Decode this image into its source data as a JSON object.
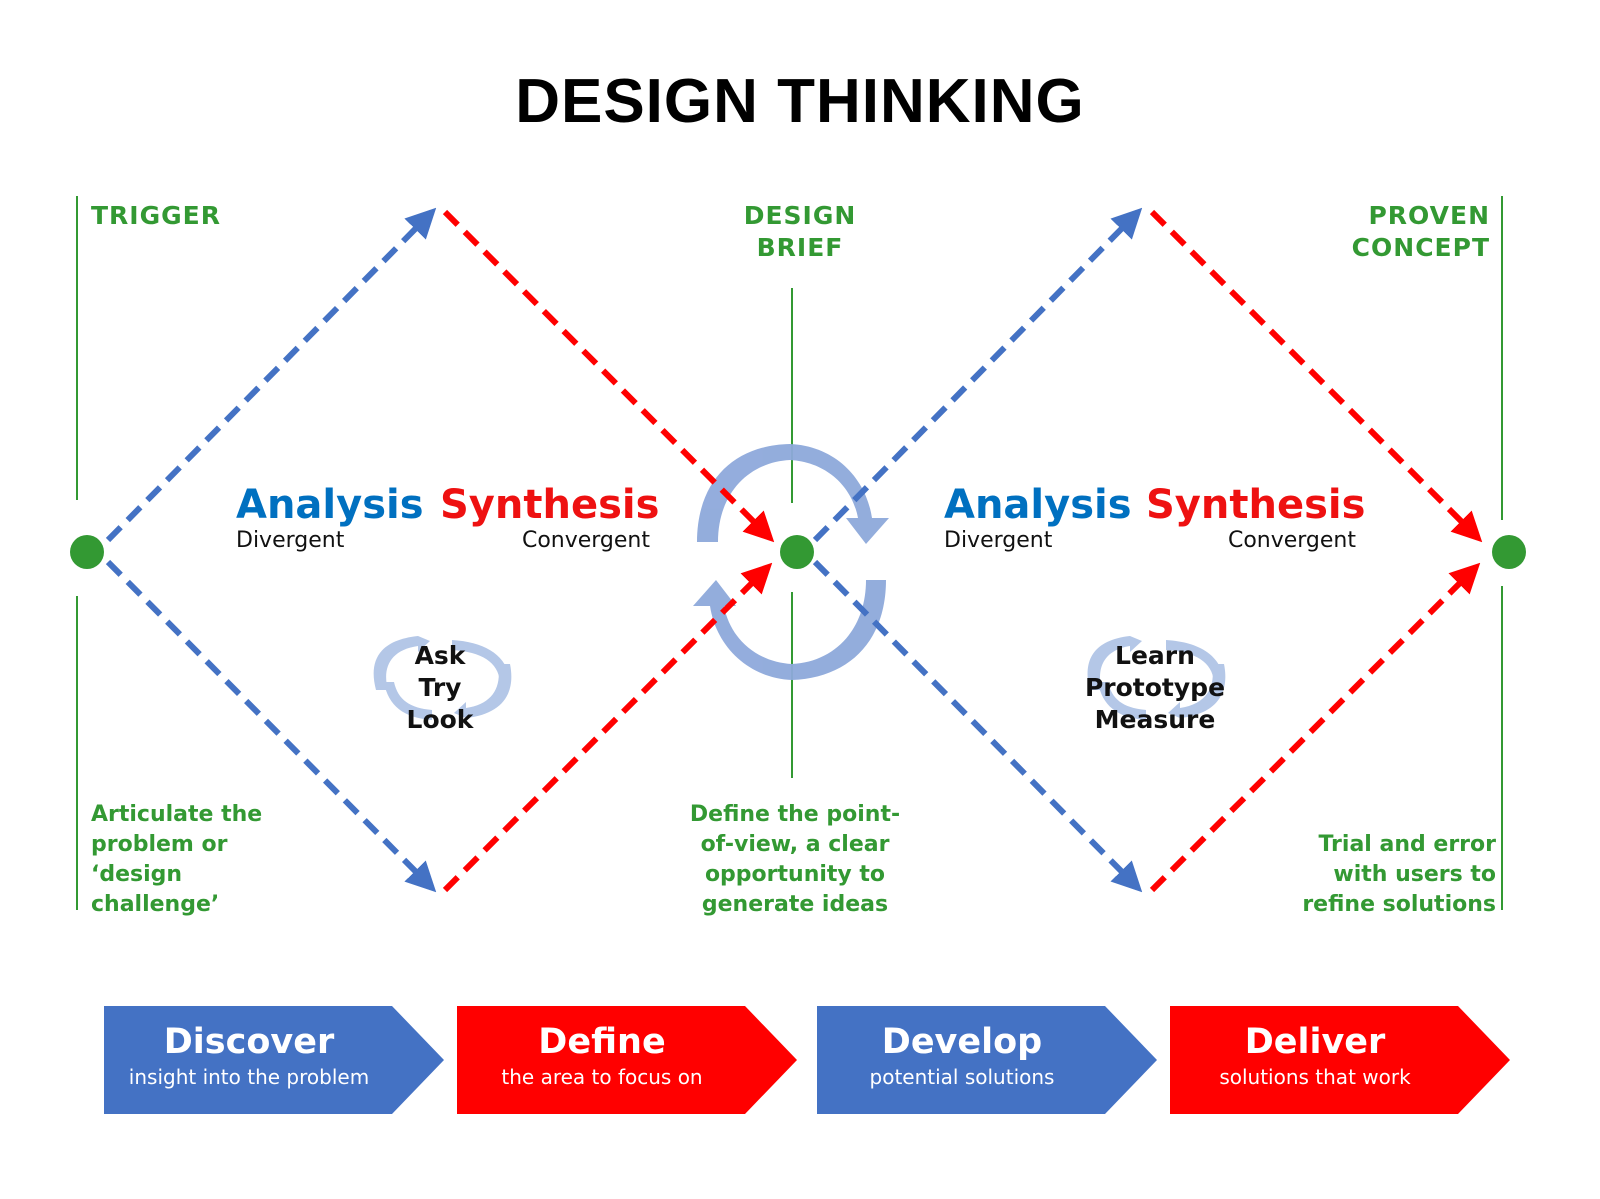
{
  "title": "DESIGN THINKING",
  "colors": {
    "green": "#339933",
    "blue": "#4472c4",
    "red": "#ff0000",
    "analysis_text": "#0070c0",
    "synthesis_text": "#ee1111",
    "cycle_arrow": "#8ea9db"
  },
  "milestones": {
    "trigger": "TRIGGER",
    "design_brief_line1": "DESIGN",
    "design_brief_line2": "BRIEF",
    "proven_concept_line1": "PROVEN",
    "proven_concept_line2": "CONCEPT"
  },
  "notes": {
    "left": [
      "Articulate the",
      "problem or",
      "‘design",
      "challenge’"
    ],
    "center": [
      "Define the point-",
      "of-view, a clear",
      "opportunity to",
      "generate ideas"
    ],
    "right": [
      "Trial and error",
      "with users to",
      "refine solutions"
    ]
  },
  "diamonds": [
    {
      "analysis": "Analysis",
      "analysis_sub": "Divergent",
      "synthesis": "Synthesis",
      "synthesis_sub": "Convergent",
      "loop": [
        "Ask",
        "Try",
        "Look"
      ]
    },
    {
      "analysis": "Analysis",
      "analysis_sub": "Divergent",
      "synthesis": "Synthesis",
      "synthesis_sub": "Convergent",
      "loop": [
        "Learn",
        "Prototype",
        "Measure"
      ]
    }
  ],
  "steps": [
    {
      "title": "Discover",
      "subtitle": "insight into the problem",
      "color": "#4472c4"
    },
    {
      "title": "Define",
      "subtitle": "the area to focus on",
      "color": "#ff0000"
    },
    {
      "title": "Develop",
      "subtitle": "potential solutions",
      "color": "#4472c4"
    },
    {
      "title": "Deliver",
      "subtitle": "solutions that work",
      "color": "#ff0000"
    }
  ]
}
